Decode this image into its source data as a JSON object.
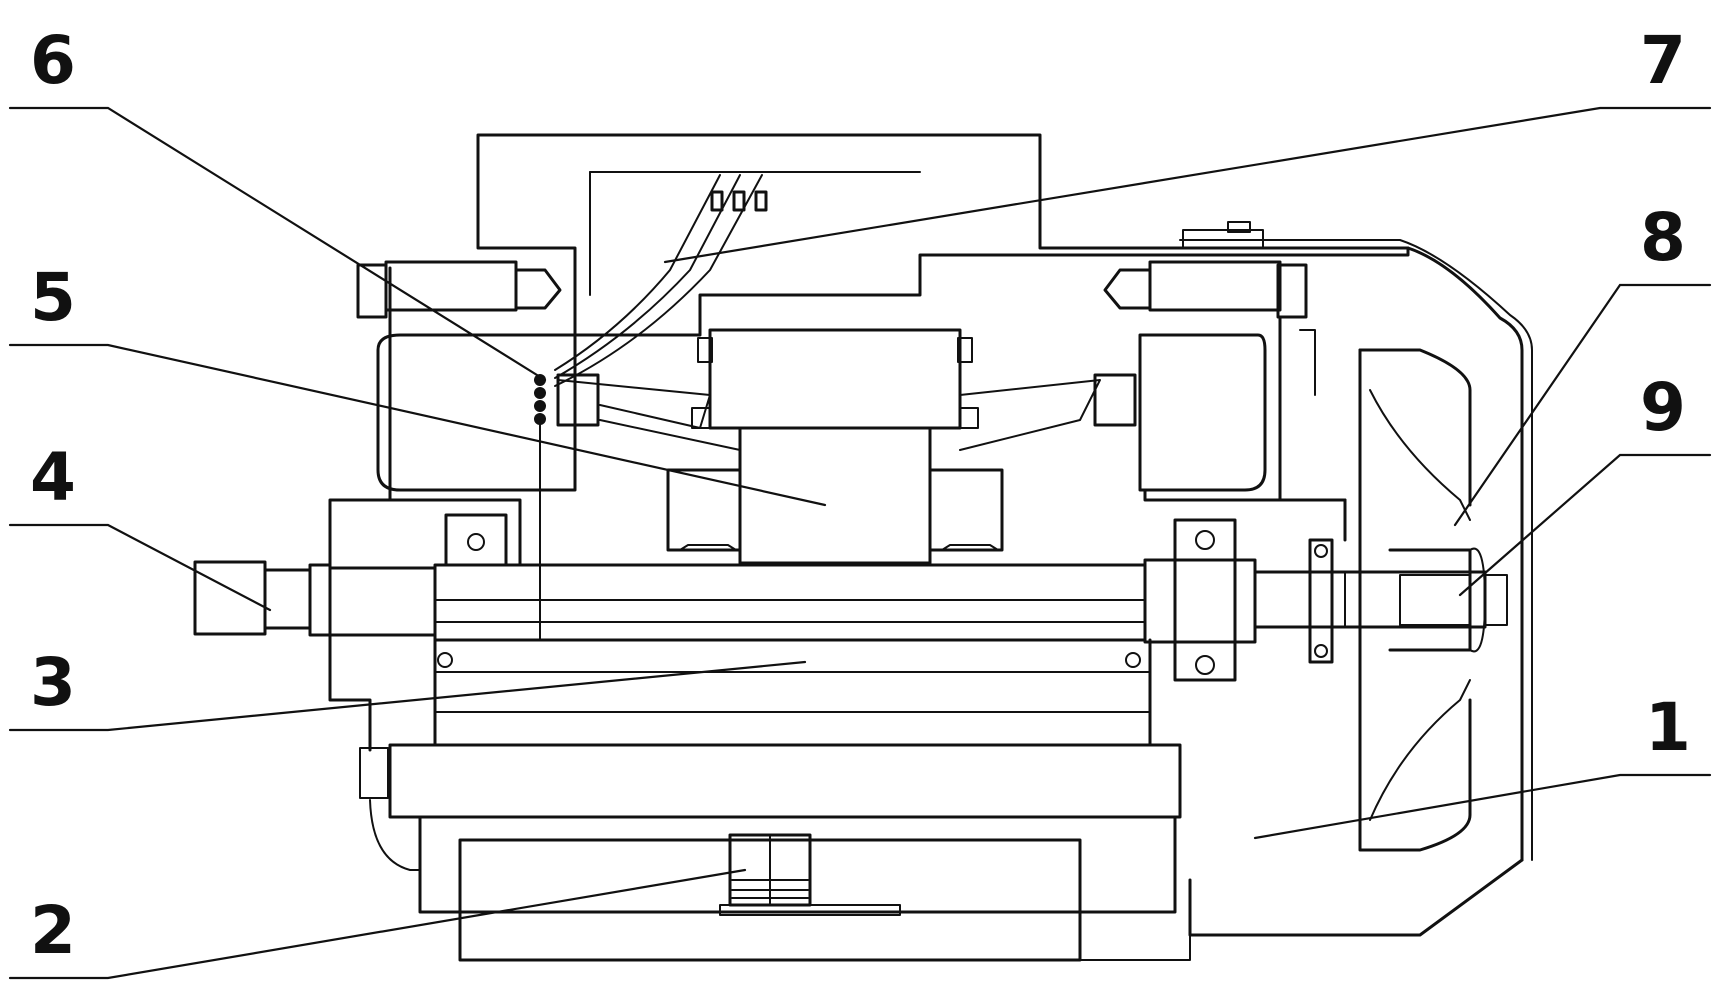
{
  "labels": [
    {
      "id": "label-6",
      "text": "6"
    },
    {
      "id": "label-7",
      "text": "7"
    },
    {
      "id": "label-5",
      "text": "5"
    },
    {
      "id": "label-8",
      "text": "8"
    },
    {
      "id": "label-9",
      "text": "9"
    },
    {
      "id": "label-4",
      "text": "4"
    },
    {
      "id": "label-3",
      "text": "3"
    },
    {
      "id": "label-1",
      "text": "1"
    },
    {
      "id": "label-2",
      "text": "2"
    }
  ]
}
